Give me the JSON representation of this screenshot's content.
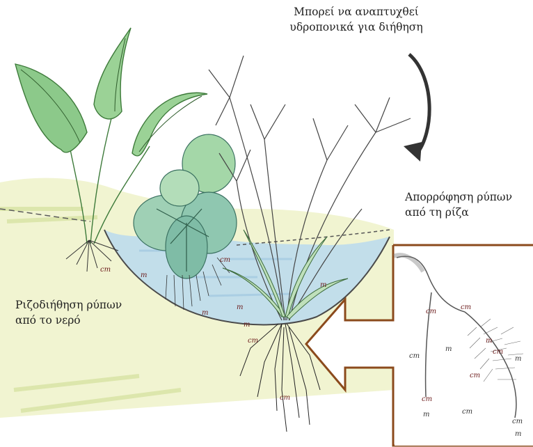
{
  "captions": {
    "hydroponic_line1": "Μπορεί να αναπτυχθεί",
    "hydroponic_line2": "υδροπονικά για διήθηση",
    "absorption_line1": "Απορρόφηση ρύπων",
    "absorption_line2": "από τη ρίζα",
    "rhizofiltration_line1": "Ριζοδιήθηση ρύπων",
    "rhizofiltration_line2": "από το νερό"
  },
  "markers": {
    "cm": "cm",
    "m": "m"
  },
  "colors": {
    "water": "#bcdcec",
    "soil_line": "#4a4a4a",
    "leaf_green": "#8cc98a",
    "leaf_dark": "#3d7a3a",
    "arrow_brown": "#8b4a1c",
    "marker_red": "#6b1a1a",
    "grass_yellow": "#e6e39a"
  }
}
